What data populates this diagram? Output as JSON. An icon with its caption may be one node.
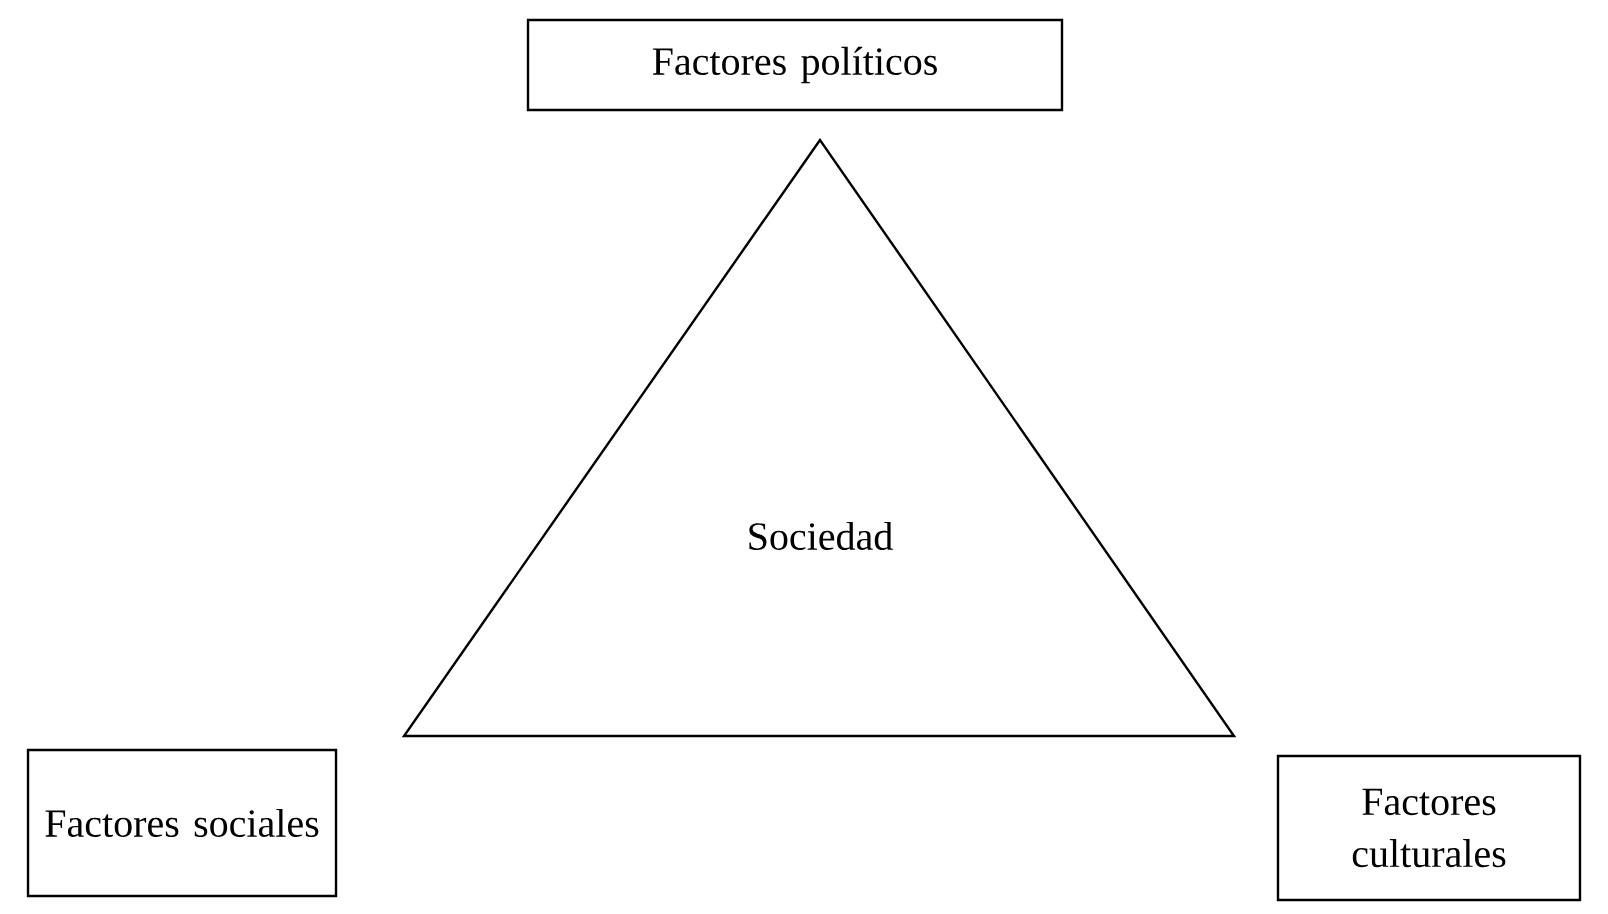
{
  "diagram": {
    "nodes": [
      {
        "text": [
          "Factores políticos"
        ]
      },
      {
        "text": [
          "Sociedad"
        ]
      },
      {
        "text": [
          "Factores sociales"
        ]
      },
      {
        "text": [
          "Factores culturales"
        ]
      }
    ]
  }
}
